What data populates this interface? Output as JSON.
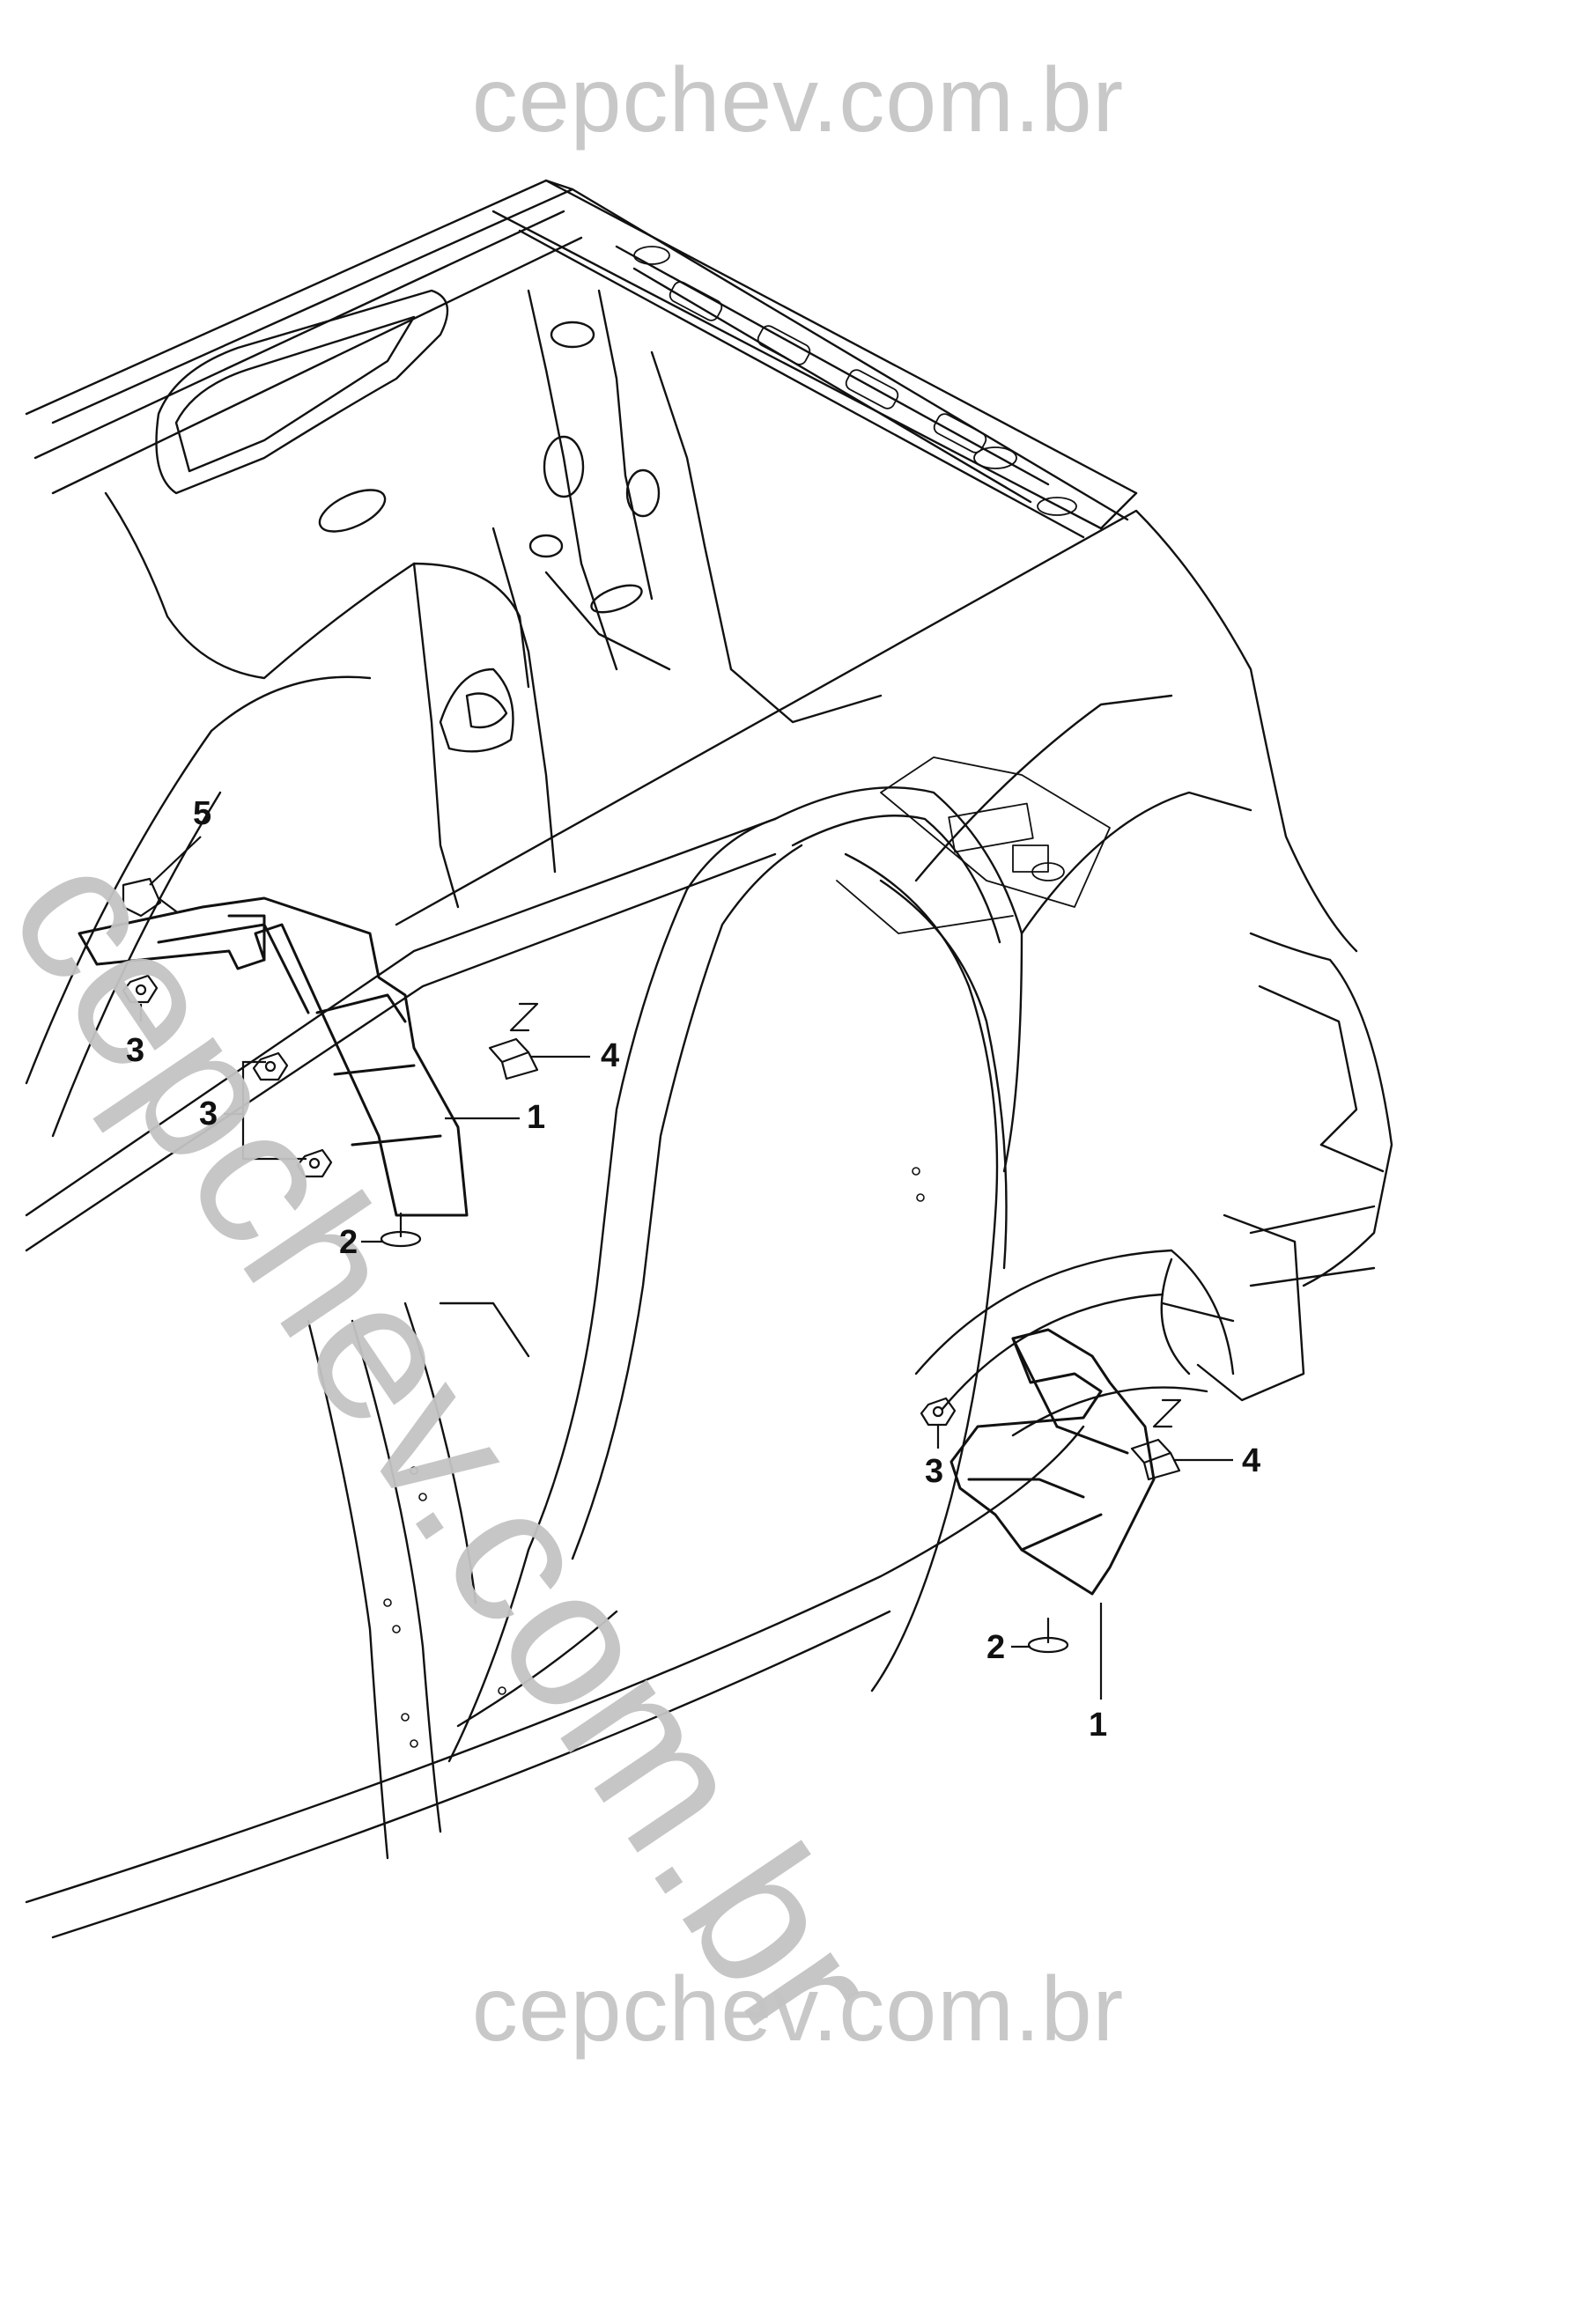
{
  "watermark": {
    "top_text": "cepchev.com.br",
    "bottom_text": "cepchev.com.br",
    "diagonal_text": "cepchev.com.br",
    "color": "#c8c8c8"
  },
  "diagram": {
    "line_color": "#111111",
    "callouts": [
      {
        "id": "c5",
        "label": "5"
      },
      {
        "id": "c3a",
        "label": "3"
      },
      {
        "id": "c3b",
        "label": "3"
      },
      {
        "id": "c4a",
        "label": "4"
      },
      {
        "id": "c1a",
        "label": "1"
      },
      {
        "id": "c2a",
        "label": "2"
      },
      {
        "id": "c4b",
        "label": "4"
      },
      {
        "id": "c3c",
        "label": "3"
      },
      {
        "id": "c2b",
        "label": "2"
      },
      {
        "id": "c1b",
        "label": "1"
      }
    ]
  }
}
